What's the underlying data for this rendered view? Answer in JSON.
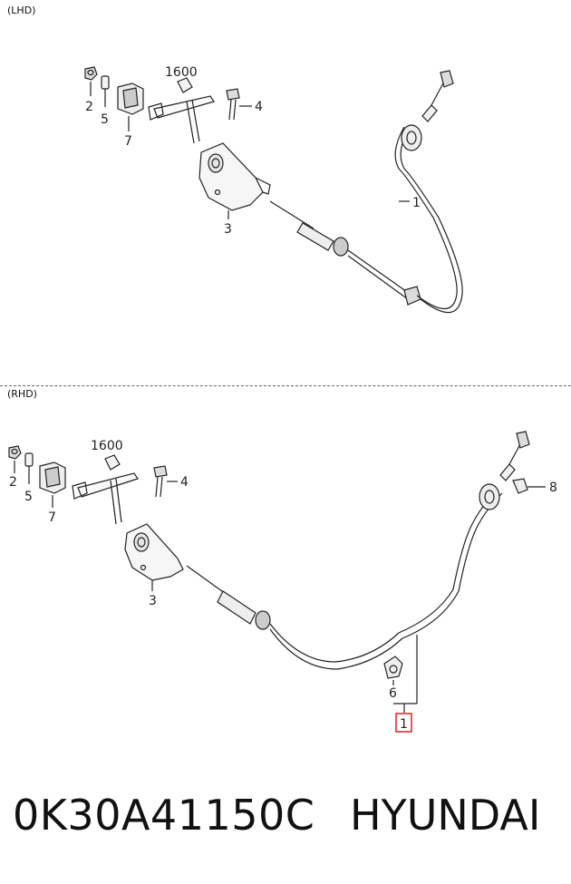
{
  "sections": {
    "lhd_label": "(LHD)",
    "rhd_label": "(RHD)"
  },
  "lhd": {
    "callouts": {
      "c1600": "1600",
      "c2": "2",
      "c5": "5",
      "c7": "7",
      "c4": "4",
      "c3": "3",
      "c1": "1"
    }
  },
  "rhd": {
    "callouts": {
      "c1600": "1600",
      "c2": "2",
      "c5": "5",
      "c7": "7",
      "c4": "4",
      "c3": "3",
      "c8": "8",
      "c6": "6",
      "c1": "1"
    },
    "highlight_color": "#e02020"
  },
  "footer": {
    "part_number": "0K30A41150C",
    "brand": "HYUNDAI"
  }
}
